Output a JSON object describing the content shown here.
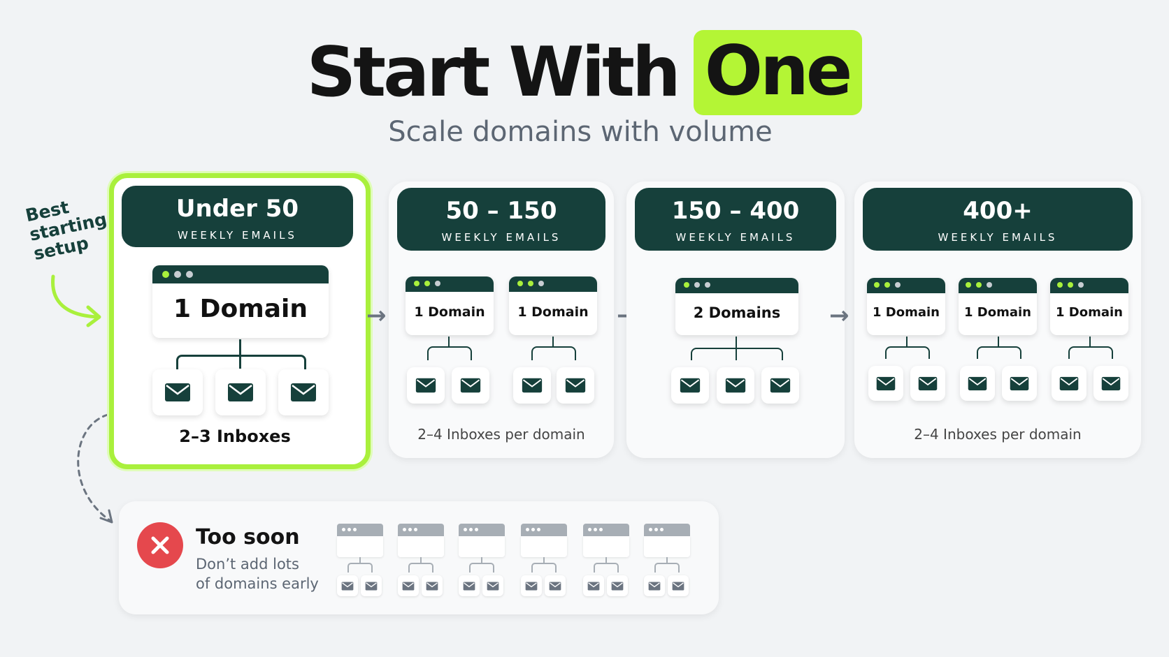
{
  "header": {
    "title_part1": "Start With",
    "title_highlight": "One",
    "subtitle": "Scale domains with volume"
  },
  "side_note": {
    "line1": "Best",
    "line2": "starting",
    "line3": "setup"
  },
  "tiers": [
    {
      "range": "Under 50",
      "unit": "WEEKLY EMAILS",
      "domain_label": "1 Domain",
      "caption": "2–3 Inboxes"
    },
    {
      "range": "50 – 150",
      "unit": "WEEKLY EMAILS",
      "domain_label": "1 Domain",
      "caption": "2–4 Inboxes per domain"
    },
    {
      "range": "150 – 400",
      "unit": "WEEKLY EMAILS",
      "domain_label": "2 Domains"
    },
    {
      "range": "400+",
      "unit": "WEEKLY EMAILS",
      "domain_label": "1 Domain",
      "caption": "2–4 Inboxes per domain"
    }
  ],
  "warning": {
    "title": "Too soon",
    "line1": "Don’t add lots",
    "line2": "of domains early"
  },
  "colors": {
    "accent_green": "#a9f03c",
    "dark_teal": "#16403b",
    "warning_red": "#e5484d",
    "background": "#f1f3f5"
  },
  "icons": [
    "envelope-icon",
    "close-icon",
    "arrow-right-icon",
    "curved-arrow-icon"
  ]
}
